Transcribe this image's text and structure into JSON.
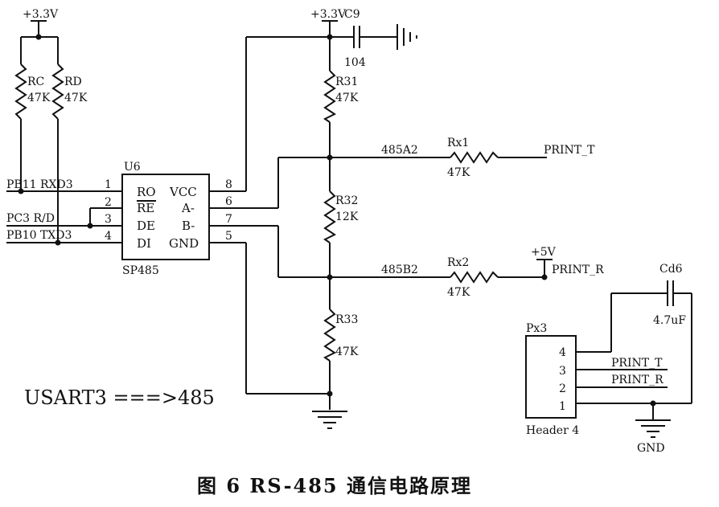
{
  "supplies": {
    "v33_left": "+3.3V",
    "v33_top": "+3.3V",
    "v5": "+5V",
    "gnd": "GND"
  },
  "resistors": {
    "rc": {
      "name": "RC",
      "value": "47K"
    },
    "rd": {
      "name": "RD",
      "value": "47K"
    },
    "r31": {
      "name": "R31",
      "value": "47K"
    },
    "r32": {
      "name": "R32",
      "value": "12K"
    },
    "r33": {
      "name": "R33",
      "value": "47K"
    },
    "rx1": {
      "name": "Rx1",
      "value": "47K"
    },
    "rx2": {
      "name": "Rx2",
      "value": "47K"
    }
  },
  "capacitors": {
    "c9": {
      "name": "C9",
      "value": "104"
    },
    "cd6": {
      "name": "Cd6",
      "value": "4.7uF"
    }
  },
  "ic": {
    "ref": "U6",
    "part": "SP485",
    "pins_left": [
      {
        "num": "1",
        "name": "RO"
      },
      {
        "num": "2",
        "name": "RE"
      },
      {
        "num": "3",
        "name": "DE"
      },
      {
        "num": "4",
        "name": "DI"
      }
    ],
    "pins_right": [
      {
        "num": "8",
        "name": "VCC"
      },
      {
        "num": "6",
        "name": "A-"
      },
      {
        "num": "7",
        "name": "B-"
      },
      {
        "num": "5",
        "name": "GND"
      }
    ]
  },
  "nets": {
    "rxd": "PB11  RXD3",
    "rd_ctrl": "PC3  R/D",
    "txd": "PB10  TXD3",
    "a2": "485A2",
    "b2": "485B2",
    "print_t": "PRINT_T",
    "print_r": "PRINT_R"
  },
  "header": {
    "ref": "Px3",
    "part": "Header 4",
    "pins": [
      "4",
      "3",
      "2",
      "1"
    ],
    "net4": "PRINT_T",
    "net3": "PRINT_R"
  },
  "annotation": "USART3 ===>485",
  "caption": "图 6   RS-485 通信电路原理"
}
